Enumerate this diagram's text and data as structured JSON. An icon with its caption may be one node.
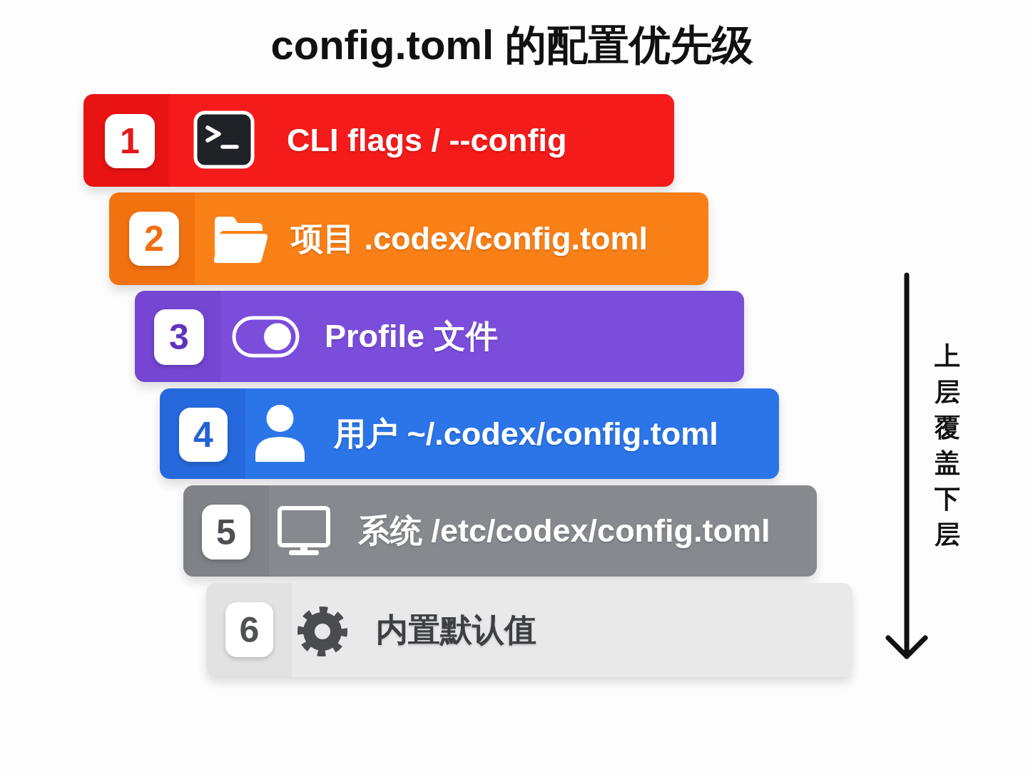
{
  "diagram": {
    "title": "config.toml 的配置优先级",
    "nodes": [
      {
        "text": [
          "CLI flags / --config"
        ]
      },
      {
        "text": [
          "1"
        ],
        "in": 0
      },
      {
        "text": [
          "项目 .codex/config.toml"
        ]
      },
      {
        "text": [
          "2"
        ],
        "in": 2
      },
      {
        "text": [
          "Profile 文件"
        ]
      },
      {
        "text": [
          "3"
        ],
        "in": 4
      },
      {
        "text": [
          "用户 ~/.codex/config.toml"
        ]
      },
      {
        "text": [
          "4"
        ],
        "in": 6
      },
      {
        "text": [
          "系统 /etc/codex/config.toml"
        ]
      },
      {
        "text": [
          "5"
        ],
        "in": 8
      },
      {
        "text": [
          "内置默认值"
        ]
      },
      {
        "text": [
          "6"
        ],
        "in": 10
      }
    ],
    "labels": [
      "上层覆盖下层"
    ]
  }
}
